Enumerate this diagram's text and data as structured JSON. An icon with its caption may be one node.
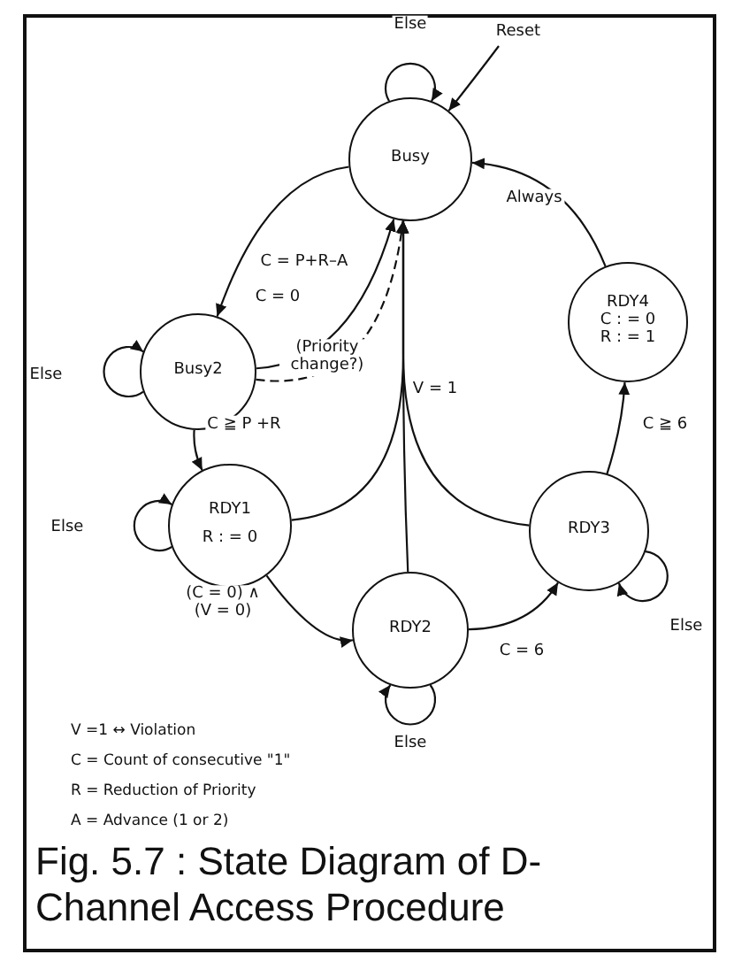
{
  "diagram": {
    "caption": "Fig. 5.7 : State Diagram of D-Channel Access Procedure",
    "nodes": [
      {
        "text": [
          "Busy"
        ]
      },
      {
        "text": [
          "Busy2"
        ]
      },
      {
        "text": [
          "RDY1",
          "R : = 0"
        ]
      },
      {
        "text": [
          "RDY2"
        ]
      },
      {
        "text": [
          "RDY3"
        ]
      },
      {
        "text": [
          "RDY4",
          "C : = 0",
          "R : = 1"
        ]
      }
    ],
    "edges": [
      {
        "from": 0,
        "to": 0,
        "arrow": "to",
        "label": "Else"
      },
      {
        "from": null,
        "to": 0,
        "arrow": "to",
        "label": "Reset"
      },
      {
        "from": 0,
        "to": 1,
        "arrow": "to",
        "label": "C = P+R–A"
      },
      {
        "from": 1,
        "to": 0,
        "arrow": "to",
        "label": "C = 0"
      },
      {
        "from": 1,
        "to": 0,
        "arrow": "to",
        "label": "(Priority change?)",
        "style": "dashed"
      },
      {
        "from": 1,
        "to": 1,
        "arrow": "to",
        "label": "Else"
      },
      {
        "from": 1,
        "to": 2,
        "arrow": "to",
        "label": "C ≧ P +R"
      },
      {
        "from": 2,
        "to": 2,
        "arrow": "to",
        "label": "Else"
      },
      {
        "from": 2,
        "to": 0,
        "arrow": "to"
      },
      {
        "from": 3,
        "to": 0,
        "arrow": "to",
        "label": "V = 1"
      },
      {
        "from": 4,
        "to": 0,
        "arrow": "to"
      },
      {
        "from": 2,
        "to": 3,
        "arrow": "to",
        "label": "(C = 0) ∧ (V = 0)"
      },
      {
        "from": 3,
        "to": 4,
        "arrow": "to",
        "label": "C = 6"
      },
      {
        "from": 3,
        "to": 3,
        "arrow": "to",
        "label": "Else"
      },
      {
        "from": 4,
        "to": 4,
        "arrow": "to",
        "label": "Else"
      },
      {
        "from": 4,
        "to": 5,
        "arrow": "to",
        "label": "C ≧ 6"
      },
      {
        "from": 5,
        "to": 0,
        "arrow": "to",
        "label": "Always"
      }
    ],
    "labels": [
      "V =1 ↔ Violation",
      "C = Count of consecutive \"1\"",
      "R = Reduction of Priority",
      "A = Advance (1 or 2)"
    ]
  }
}
